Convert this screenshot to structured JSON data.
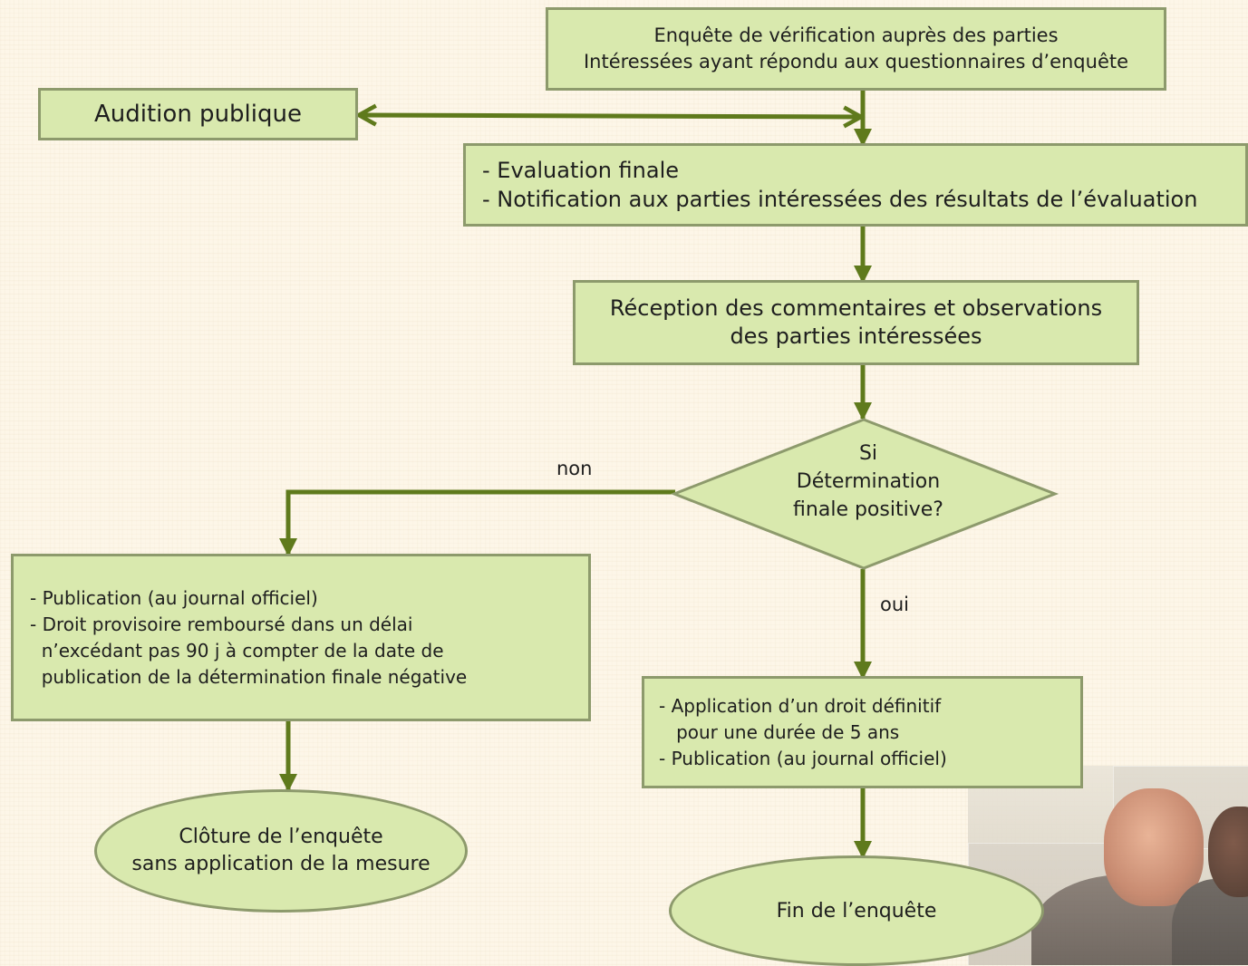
{
  "nodes": {
    "verification": [
      "Enquête de vérification auprès des parties",
      "Intéressées ayant répondu aux questionnaires d’enquête"
    ],
    "audition": "Audition publique",
    "evaluation": [
      "- Evaluation finale",
      "- Notification aux parties intéressées des résultats de l’évaluation"
    ],
    "reception": [
      "Réception des commentaires et observations",
      "des parties intéressées"
    ],
    "decision": [
      "Si",
      "Détermination",
      "finale positive?"
    ],
    "negative_result": [
      "- Publication (au journal officiel)",
      "- Droit provisoire remboursé dans un délai",
      "  n’excédant pas 90 j à compter de la date de",
      "  publication de la détermination finale négative"
    ],
    "positive_result": [
      "- Application d’un droit définitif",
      "   pour une durée de 5 ans",
      "- Publication (au journal officiel)"
    ],
    "closure": [
      "Clôture de l’enquête",
      "sans application de la mesure"
    ],
    "end": "Fin de l’enquête"
  },
  "edge_labels": {
    "no": "non",
    "yes": "oui"
  },
  "colors": {
    "node_fill": "#d9e9ae",
    "node_border": "#8d9a6c",
    "connector": "#5f7a1c",
    "background": "#fdf6e8"
  }
}
